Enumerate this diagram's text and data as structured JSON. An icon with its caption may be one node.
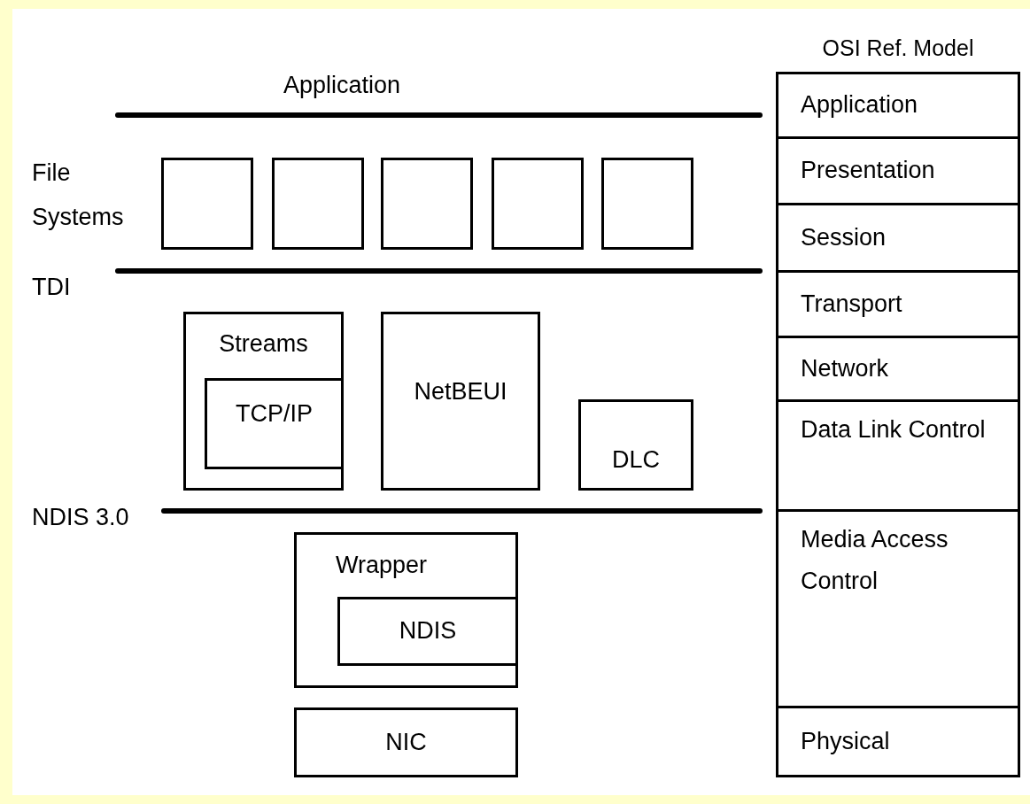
{
  "diagram": {
    "nodes": [
      {
        "text": [],
        "shape": "box"
      },
      {
        "text": [],
        "shape": "box"
      },
      {
        "text": [],
        "shape": "box"
      },
      {
        "text": [],
        "shape": "box"
      },
      {
        "text": [],
        "shape": "box"
      },
      {
        "text": [
          "Streams"
        ]
      },
      {
        "text": [
          "TCP/IP"
        ],
        "in": 5
      },
      {
        "text": [
          "NetBEUI"
        ]
      },
      {
        "text": [
          "DLC"
        ]
      },
      {
        "text": [
          "Wrapper"
        ]
      },
      {
        "text": [
          "NDIS"
        ],
        "in": 9
      },
      {
        "text": [
          "NIC"
        ]
      },
      {
        "text": [
          "Application"
        ]
      },
      {
        "text": [
          "Presentation"
        ]
      },
      {
        "text": [
          "Session"
        ]
      },
      {
        "text": [
          "Transport"
        ]
      },
      {
        "text": [
          "Network"
        ]
      },
      {
        "text": [
          "Data Link Control"
        ]
      },
      {
        "text": [
          "Media Access Control"
        ]
      },
      {
        "text": [
          "Physical"
        ]
      }
    ],
    "labels": [
      "OSI Ref. Model",
      "Application",
      "File Systems",
      "TDI",
      "NDIS 3.0"
    ]
  }
}
